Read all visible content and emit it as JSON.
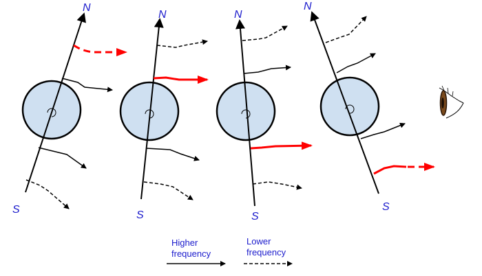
{
  "poles": {
    "north": "N",
    "south": "S"
  },
  "legend": {
    "solid_line1": "Higher",
    "solid_line2": "frequency",
    "dashed_line1": "Lower",
    "dashed_line2": "frequency"
  },
  "colors": {
    "star_fill": "#cfe0f1",
    "axis": "#000000",
    "highlight": "#ff0000",
    "label": "#1a1acc"
  },
  "icons": {
    "observer": "eye-icon",
    "rotation": "rotation-arrow-icon"
  }
}
